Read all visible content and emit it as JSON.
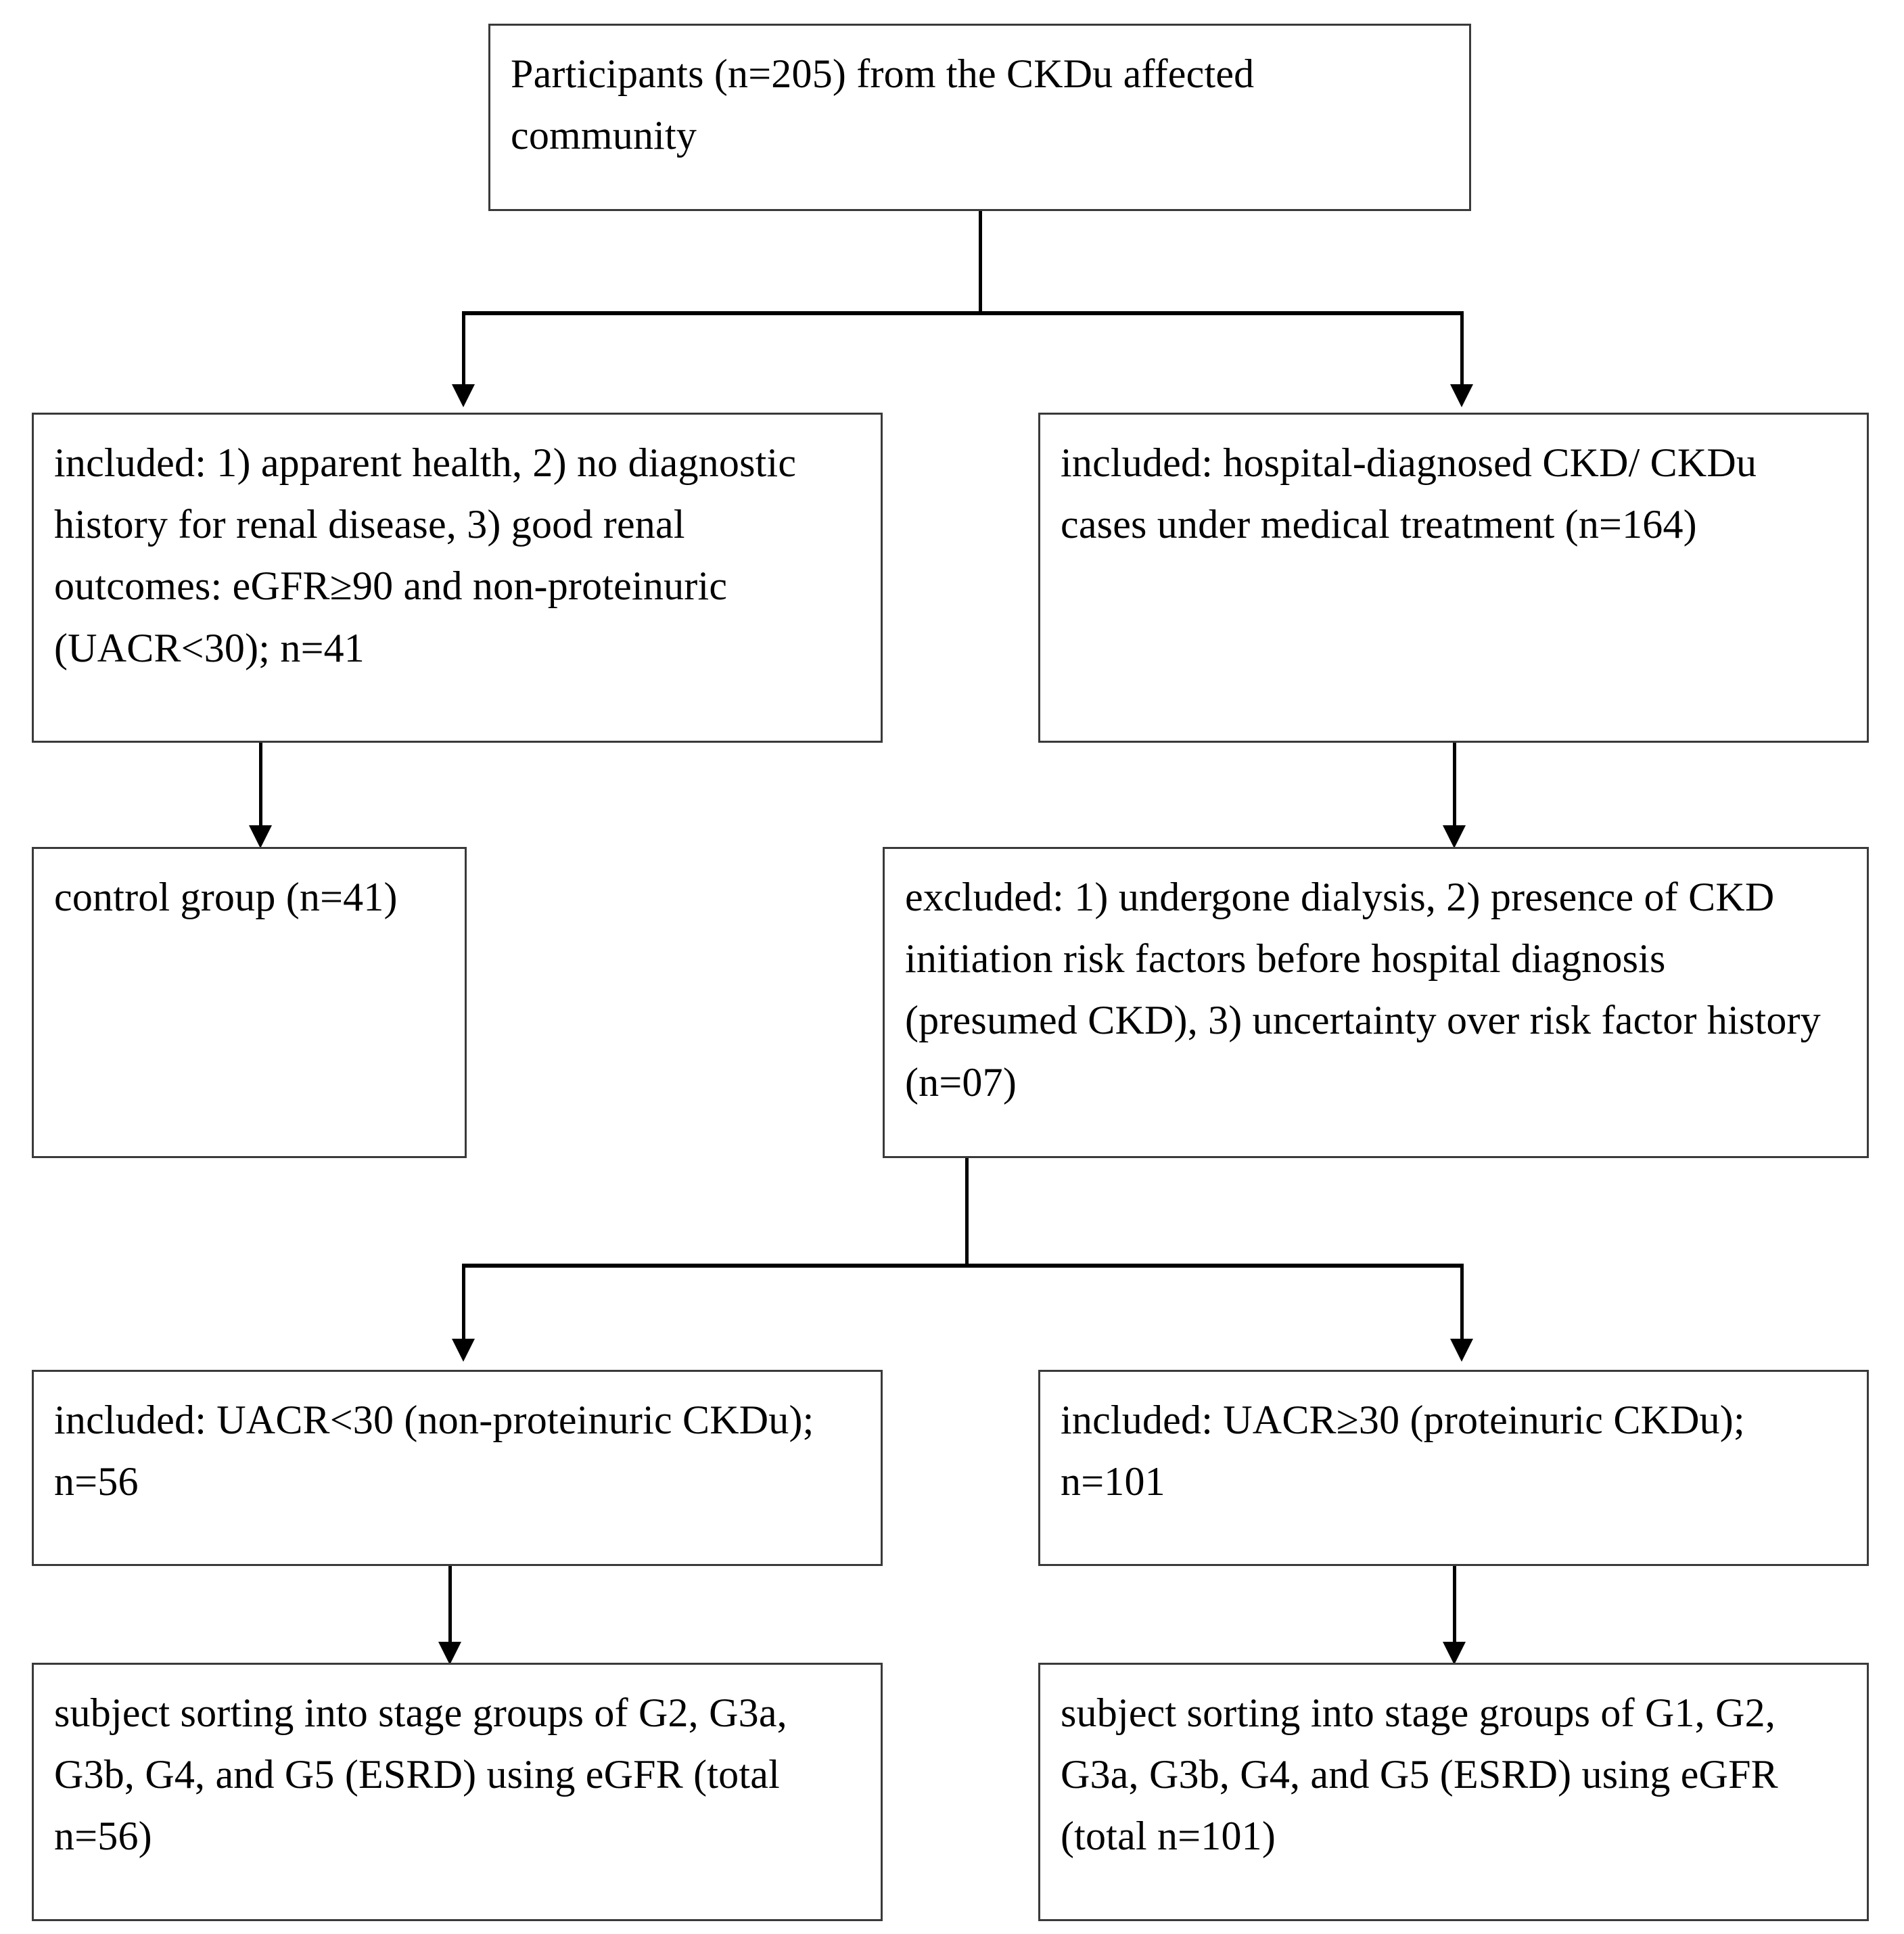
{
  "diagram": {
    "title": "CKDu study participant selection flowchart",
    "type": "flowchart",
    "accent_color": "#000000",
    "box_border_color": "#3a3a3a",
    "background_color": "#ffffff",
    "nodes": {
      "participants": {
        "id": "participants",
        "text": "Participants (n=205) from the CKDu affected community",
        "n": 205
      },
      "included_healthy": {
        "id": "included-healthy",
        "text": "included: 1) apparent health, 2) no diagnostic history for renal disease, 3) good renal outcomes: eGFR≥90 and non-proteinuric (UACR<30); n=41",
        "n": 41
      },
      "included_ckd": {
        "id": "included-ckd",
        "text": "included: hospital-diagnosed CKD/ CKDu cases under medical treatment (n=164)",
        "n": 164
      },
      "control_group": {
        "id": "control-group",
        "text": "control group (n=41)",
        "n": 41
      },
      "excluded": {
        "id": "excluded",
        "text": "excluded: 1) undergone dialysis, 2) presence of CKD initiation risk factors before hospital diagnosis (presumed CKD), 3) uncertainty over risk factor history (n=07)",
        "n": 7
      },
      "uacr_low": {
        "id": "uacr-low",
        "text": "included: UACR<30 (non-proteinuric CKDu); n=56",
        "n": 56
      },
      "uacr_high": {
        "id": "uacr-high",
        "text": "included: UACR≥30 (proteinuric CKDu); n=101",
        "n": 101
      },
      "sorting_low": {
        "id": "sorting-low",
        "text": "subject sorting into stage groups of G2, G3a, G3b, G4, and G5 (ESRD) using eGFR (total n=56)",
        "n": 56,
        "stages": [
          "G2",
          "G3a",
          "G3b",
          "G4",
          "G5 (ESRD)"
        ]
      },
      "sorting_high": {
        "id": "sorting-high",
        "text": "subject sorting into stage groups of G1, G2, G3a, G3b, G4, and G5 (ESRD) using eGFR (total n=101)",
        "n": 101,
        "stages": [
          "G1",
          "G2",
          "G3a",
          "G3b",
          "G4",
          "G5 (ESRD)"
        ]
      }
    },
    "edges": [
      {
        "from": "participants",
        "to": "included_healthy",
        "style": "split-arrow"
      },
      {
        "from": "participants",
        "to": "included_ckd",
        "style": "split-arrow"
      },
      {
        "from": "included_healthy",
        "to": "control_group",
        "style": "arrow"
      },
      {
        "from": "included_ckd",
        "to": "excluded",
        "style": "arrow"
      },
      {
        "from": "excluded",
        "to": "uacr_low",
        "style": "split-arrow"
      },
      {
        "from": "excluded",
        "to": "uacr_high",
        "style": "split-arrow"
      },
      {
        "from": "uacr_low",
        "to": "sorting_low",
        "style": "arrow"
      },
      {
        "from": "uacr_high",
        "to": "sorting_high",
        "style": "arrow"
      }
    ]
  }
}
